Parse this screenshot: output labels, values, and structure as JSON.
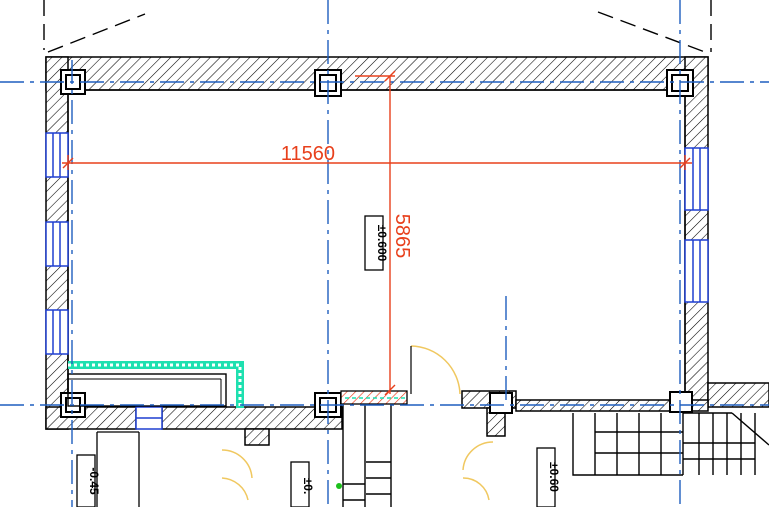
{
  "colors": {
    "wall": "#000000",
    "hatch": "#000000",
    "axis": "#1f5fbf",
    "dimension": "#e8401c",
    "window": "#1f3fd0",
    "insulation": "#1ee0b0",
    "door_arc": "#f0c860",
    "marker": "#1cc01c"
  },
  "dimensions": {
    "width": "11560",
    "depth": "5865"
  },
  "levels": {
    "room": "±0.600",
    "left_below": "-0.45",
    "middle_below": "±0.",
    "right_below": "±0.60"
  }
}
